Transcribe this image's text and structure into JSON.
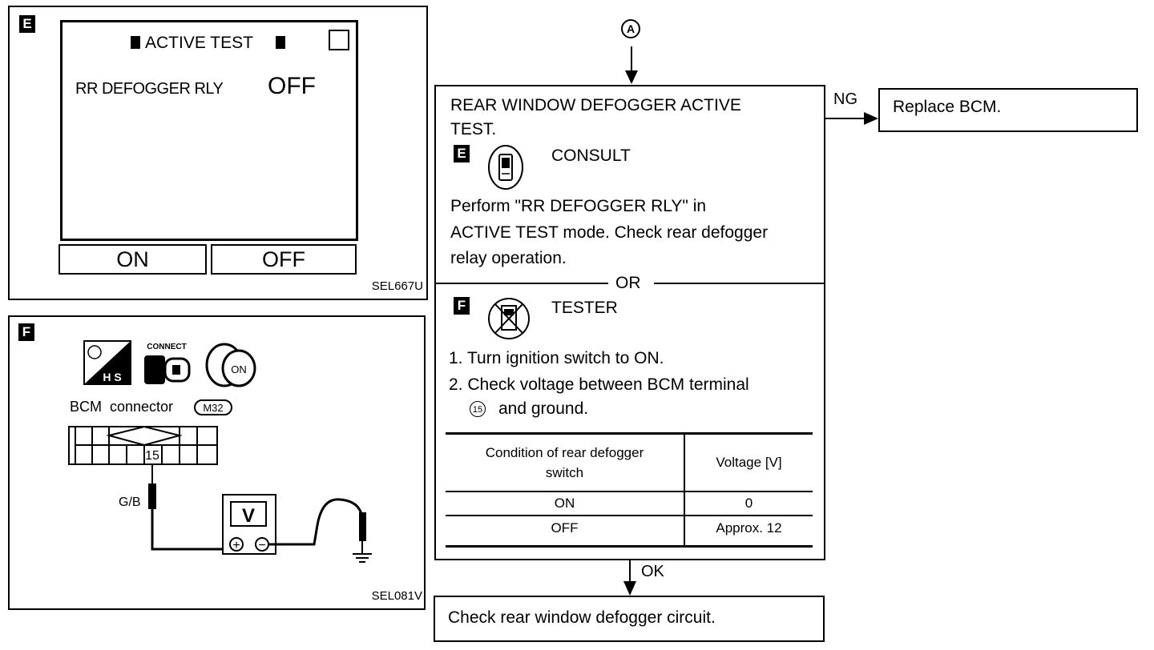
{
  "panel_e": {
    "badge": "E",
    "screen_title": "ACTIVE TEST",
    "item_label": "RR DEFOGGER RLY",
    "item_value": "OFF",
    "btn_on": "ON",
    "btn_off": "OFF",
    "figure_code": "SEL667U"
  },
  "panel_f": {
    "badge": "F",
    "hs_label": "H S",
    "connect_label": "CONNECT",
    "key_label": "ON",
    "connector_label": "BCM  connector",
    "connector_id": "M32",
    "terminal": "15",
    "wire_color": "G/B",
    "meter_label": "V",
    "meter_plus": "+",
    "meter_minus": "−",
    "figure_code": "SEL081V"
  },
  "flow": {
    "entry_marker": "A",
    "main": {
      "title_line1": "REAR WINDOW DEFOGGER ACTIVE",
      "title_line2": "TEST.",
      "consult_badge": "E",
      "consult_label": "CONSULT",
      "perform_line1": "Perform \"RR DEFOGGER RLY\" in",
      "perform_line2": "ACTIVE TEST mode. Check rear defogger",
      "perform_line3": "relay operation.",
      "or_label": "OR",
      "tester_badge": "F",
      "tester_label": "TESTER",
      "step1": "1. Turn ignition switch to ON.",
      "step2_line1": "2. Check voltage between BCM terminal",
      "step2_num": "15",
      "step2_line2": "and ground.",
      "table": {
        "header_condition_1": "Condition of rear defogger",
        "header_condition_2": "switch",
        "header_voltage": "Voltage [V]",
        "rows": [
          {
            "condition": "ON",
            "voltage": "0"
          },
          {
            "condition": "OFF",
            "voltage": "Approx. 12"
          }
        ]
      }
    },
    "ng_label": "NG",
    "ng_result": "Replace BCM.",
    "ok_label": "OK",
    "ok_result": "Check rear window defogger circuit."
  }
}
